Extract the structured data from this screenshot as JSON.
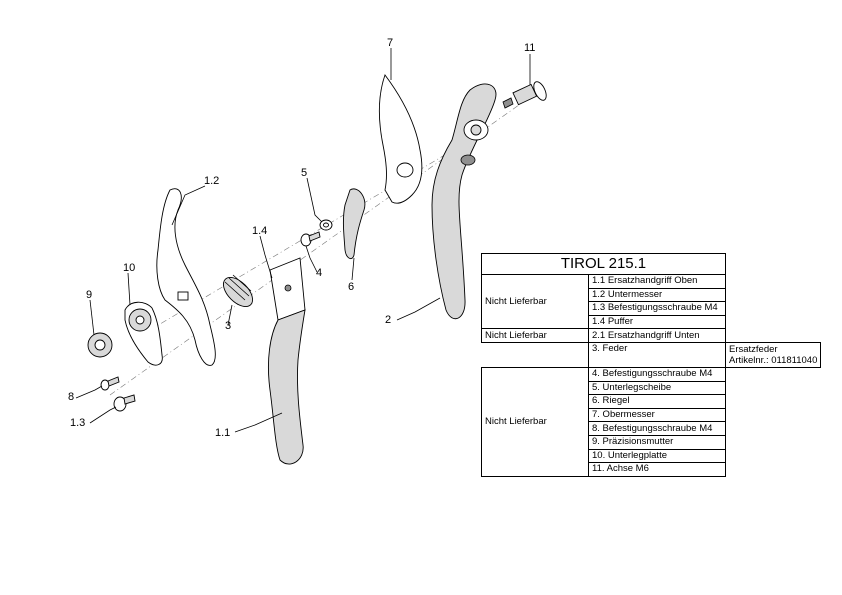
{
  "callouts": {
    "c7": "7",
    "c11": "11",
    "c12": "1.2",
    "c5": "5",
    "c14": "1.4",
    "c10": "10",
    "c9": "9",
    "c4": "4",
    "c3": "3",
    "c6": "6",
    "c2": "2",
    "c8": "8",
    "c13": "1.3",
    "c11b": "1.1"
  },
  "table": {
    "title": "TIROL 215.1",
    "not_available": "Nicht Lieferbar",
    "group1": [
      "1.1 Ersatzhandgriff Oben",
      "1.2 Untermesser",
      "1.3 Befestigungsschraube M4",
      "1.4 Puffer"
    ],
    "group2": "2.1 Ersatzhandgriff Unten",
    "spring": "3.   Feder",
    "spring_note_line1": "Ersatzfeder",
    "spring_note_line2": "Artikelnr.: 011811040",
    "group3": [
      "4.   Befestigungsschraube M4",
      "5.   Unterlegscheibe",
      "6.   Riegel",
      "7.   Obermesser",
      "8.   Befestigungsschraube M4",
      "9.   Präzisionsmutter",
      "10. Unterlegplatte",
      "11. Achse M6"
    ]
  }
}
